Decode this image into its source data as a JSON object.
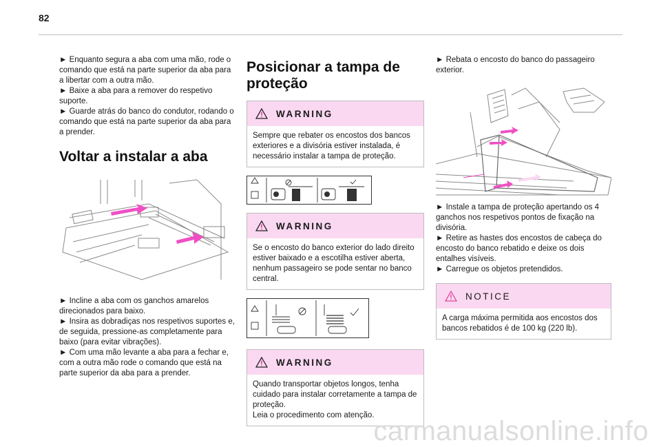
{
  "page_number": "82",
  "col1": {
    "para1": [
      "► Enquanto segura a aba com uma mão, rode o comando que está na parte superior da aba para a libertar com a outra mão.",
      "► Baixe a aba para a remover do respetivo suporte.",
      "► Guarde atrás do banco do condutor, rodando o comando que está na parte superior da aba para a prender."
    ],
    "heading": "Voltar a instalar a aba",
    "para2": [
      "► Incline a aba com os ganchos amarelos direcionados para baixo.",
      "► Insira as dobradiças nos respetivos suportes e, de seguida, pressione-as completamente para baixo (para evitar vibrações).",
      "► Com uma mão levante a aba para a fechar e, com a outra mão rode o comando que está na parte superior da aba para a prender."
    ]
  },
  "col2": {
    "heading_line1": "Posicionar a tampa de",
    "heading_line2": "proteção",
    "warning1": {
      "title": "WARNING",
      "text": "Sempre que rebater os encostos dos bancos exteriores e a divisória estiver instalada, é necessário instalar a tampa de proteção."
    },
    "warning2": {
      "title": "WARNING",
      "text": "Se o encosto do banco exterior do lado direito estiver baixado e a escotilha estiver aberta, nenhum passageiro se pode sentar no banco central."
    },
    "warning3": {
      "title": "WARNING",
      "text": "Quando transportar objetos longos, tenha cuidado para instalar corretamente a tampa de proteção.\nLeia o procedimento com atenção."
    }
  },
  "col3": {
    "para1": "► Rebata o encosto do banco do passageiro exterior.",
    "para2": [
      "► Instale a tampa de proteção apertando os 4 ganchos nos respetivos pontos de fixação na divisória.",
      "► Retire as hastes dos encostos de cabeça do encosto do banco rebatido e deixe os dois entalhes visíveis.",
      "► Carregue os objetos pretendidos."
    ],
    "notice": {
      "title": "NOTICE",
      "text": "A carga máxima permitida aos encostos dos bancos rebatidos é de 100 kg (220 lb)."
    }
  },
  "watermark": "carmanualsonline.info",
  "colors": {
    "accent": "#f04fc4",
    "box_header": "#fad8f1",
    "warning_icon": "#e0218a"
  }
}
